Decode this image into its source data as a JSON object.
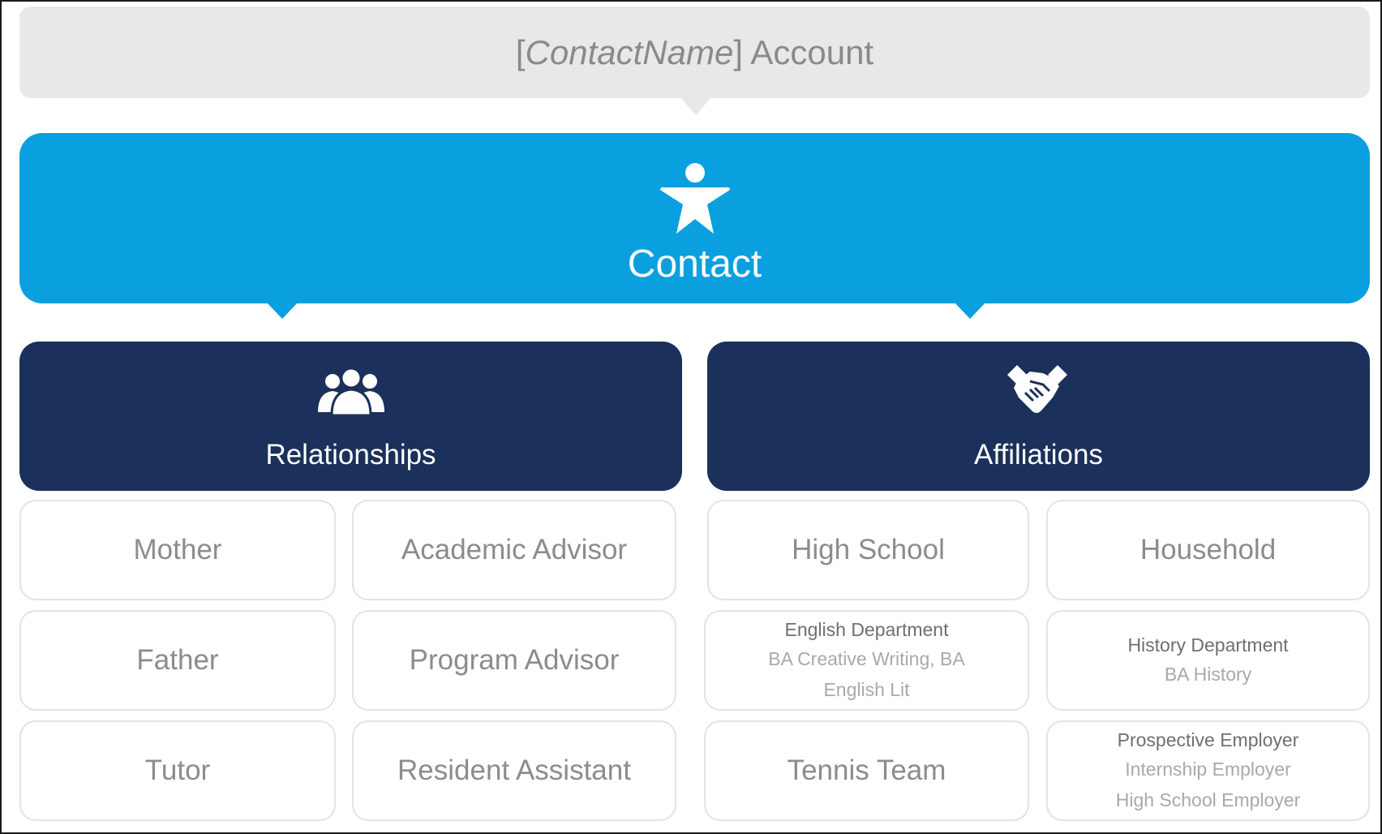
{
  "account": {
    "open_bracket": "[",
    "name_placeholder": "ContactName",
    "close_bracket": "]",
    "suffix": " Account"
  },
  "contact": {
    "label": "Contact",
    "icon": "person-star-icon"
  },
  "relationships": {
    "label": "Relationships",
    "icon": "people-group-icon",
    "items": [
      "Mother",
      "Academic Advisor",
      "Father",
      "Program Advisor",
      "Tutor",
      "Resident Assistant"
    ]
  },
  "affiliations": {
    "label": "Affiliations",
    "icon": "handshake-icon",
    "items": {
      "high_school": "High School",
      "household": "Household",
      "english_dept": {
        "title": "English Department",
        "line2": "BA Creative Writing, BA",
        "line3": "English Lit"
      },
      "history_dept": {
        "title": "History Department",
        "line2": "BA History"
      },
      "tennis_team": "Tennis Team",
      "employer": {
        "title": "Prospective Employer",
        "line2": "Internship Employer",
        "line3": "High School Employer"
      }
    }
  },
  "colors": {
    "account_bg": "#e8e8e8",
    "contact_blue": "#0aa0e0",
    "header_navy": "#1b305a",
    "card_border": "#e3e3e3",
    "card_text": "#8c8c8c"
  }
}
